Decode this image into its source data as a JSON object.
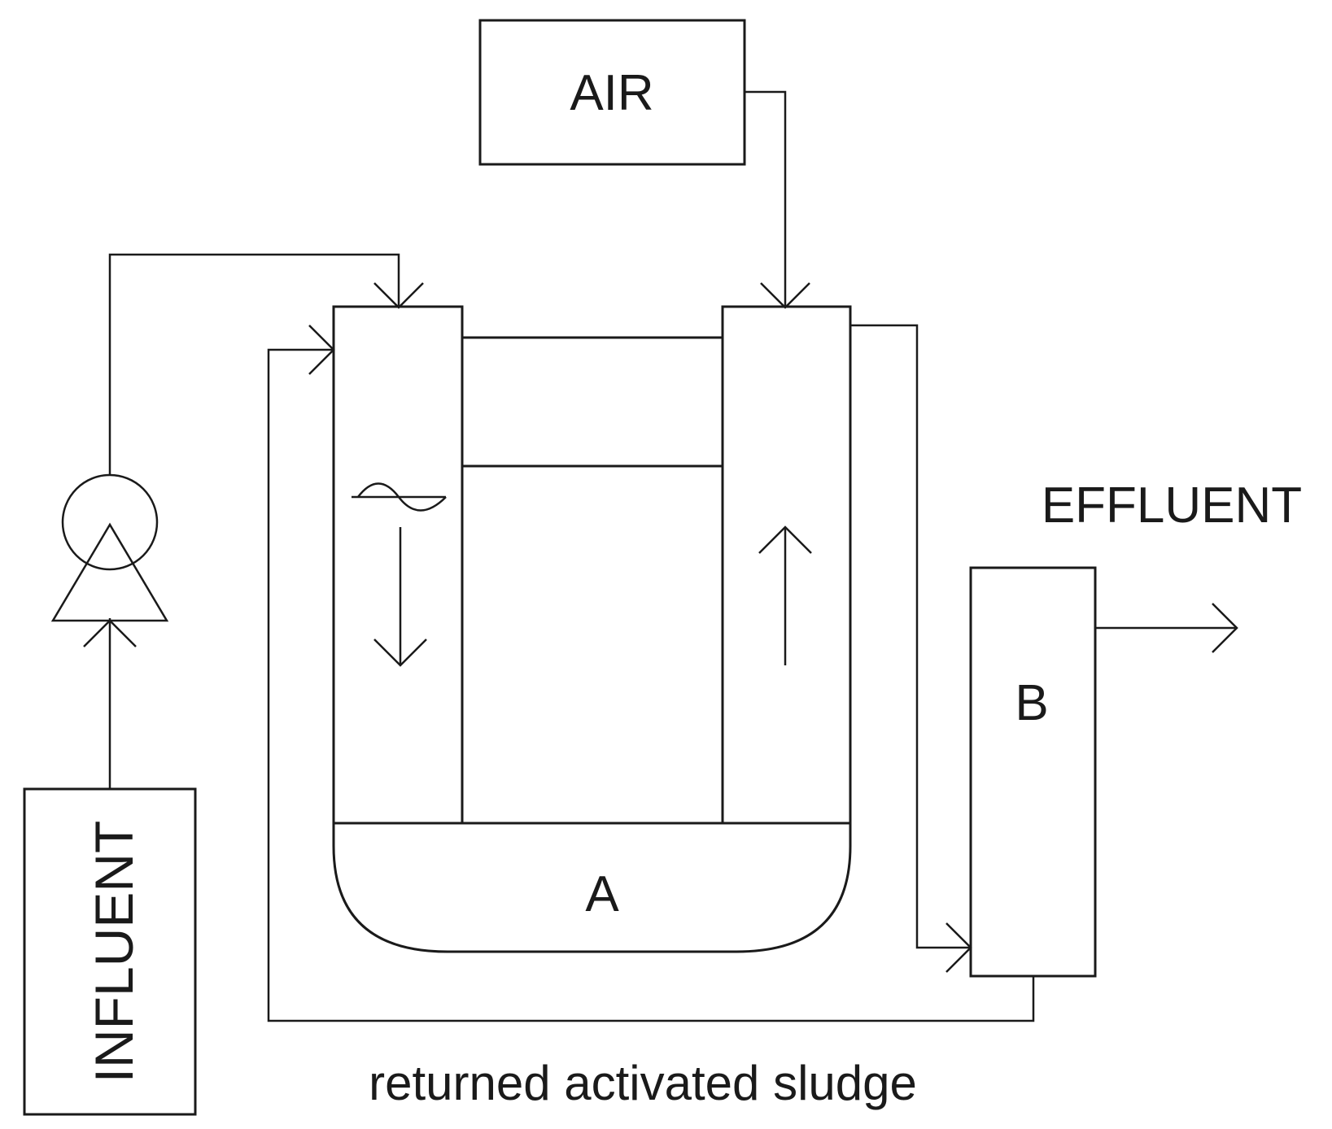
{
  "labels": {
    "air": "AIR",
    "effluent": "EFFLUENT",
    "influent": "INFLUENT",
    "reactor": "A",
    "settler": "B",
    "return_line": "returned activated sludge"
  },
  "colors": {
    "line": "#1a1a1a",
    "background": "#ffffff"
  },
  "icons": {
    "pump": "pump-icon",
    "mixer": "mixer-icon",
    "downflow": "arrow-down-icon",
    "upflow": "arrow-up-icon"
  }
}
